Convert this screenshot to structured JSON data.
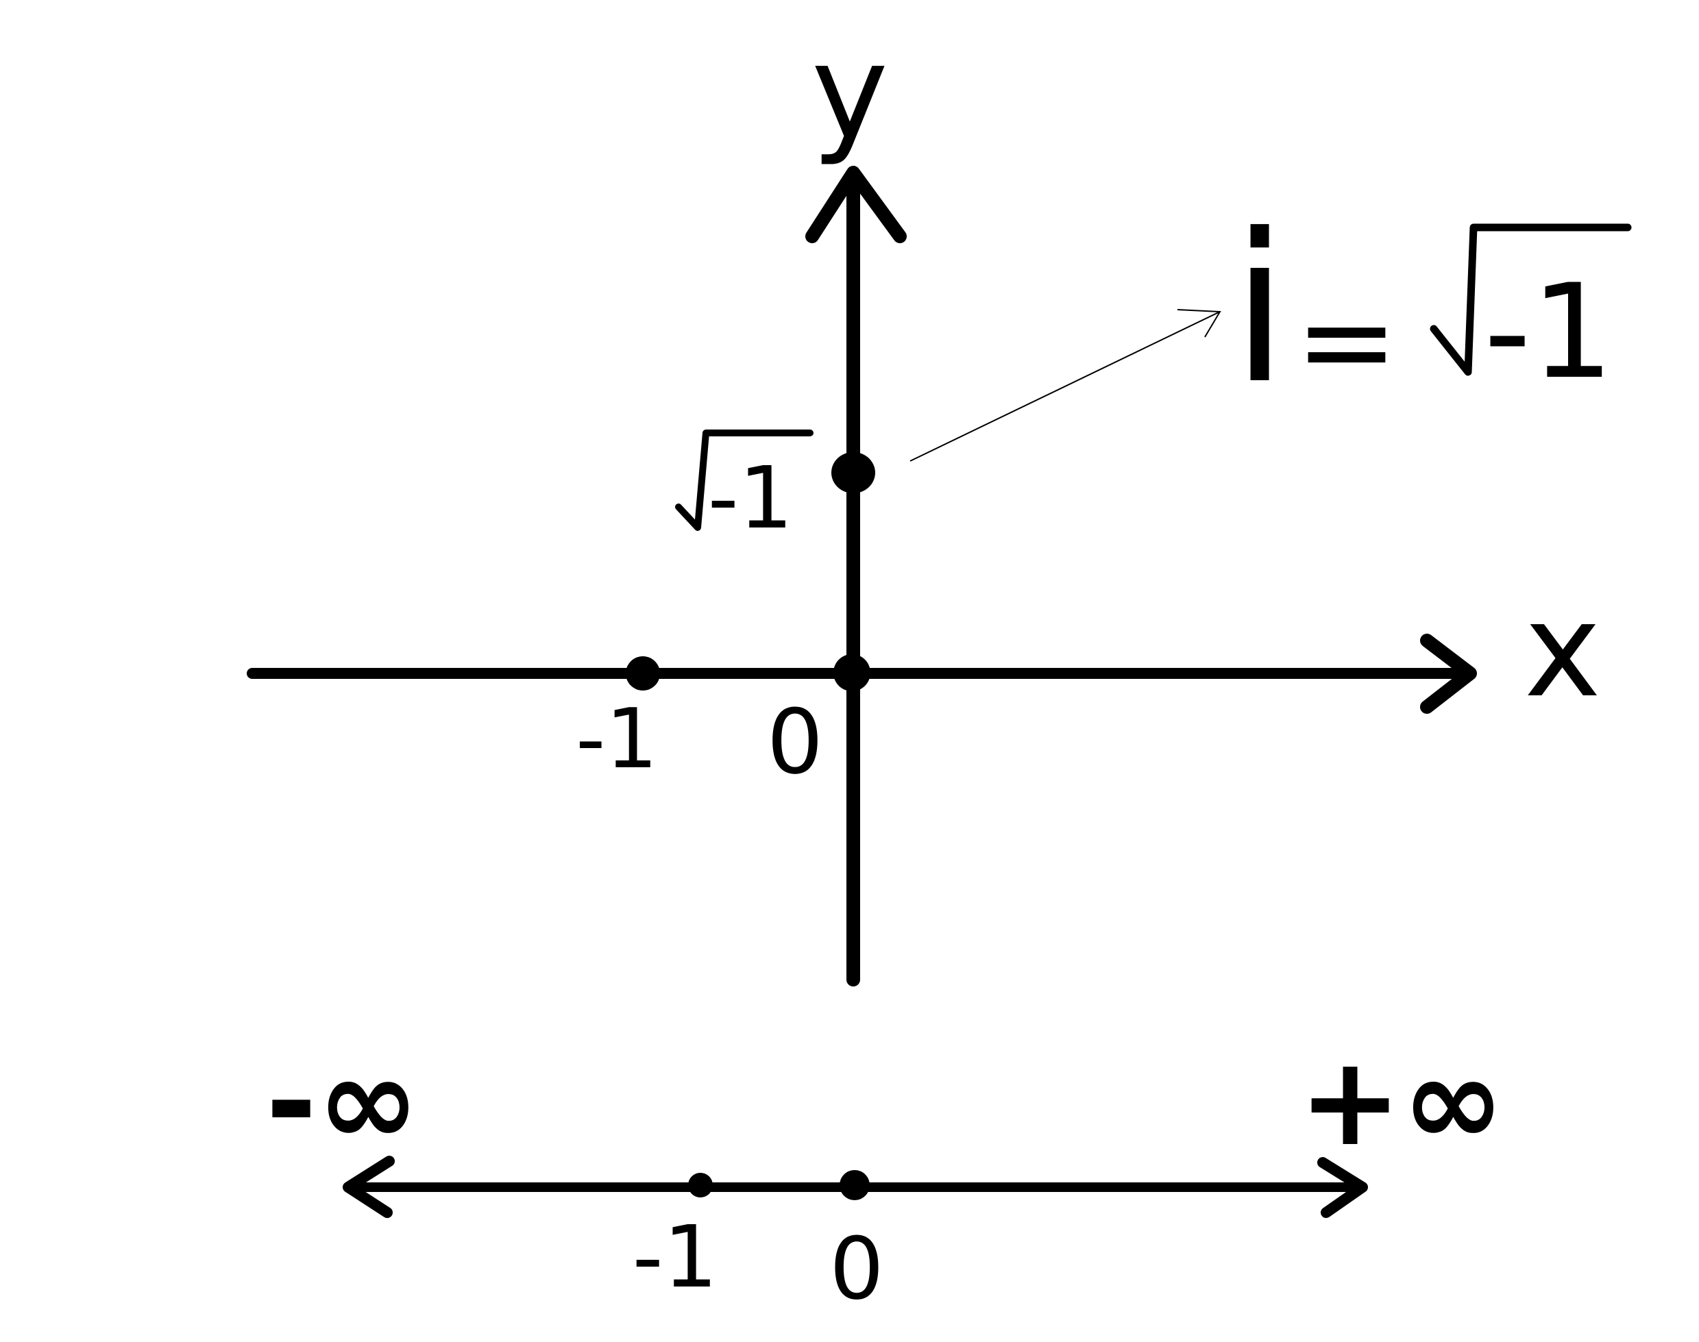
{
  "plane": {
    "y_axis_label": "y",
    "x_axis_label": "x",
    "origin_label": "0",
    "neg_one_label": "-1",
    "sqrt_label_radicand": "-1",
    "formula": {
      "lhs": "i",
      "equals": "=",
      "radicand": "-1"
    }
  },
  "number_line": {
    "neg_inf_label": "-∞",
    "pos_inf_label": "+∞",
    "neg_one_label": "-1",
    "zero_label": "0"
  },
  "colors": {
    "ink": "#000000",
    "background": "#ffffff"
  }
}
